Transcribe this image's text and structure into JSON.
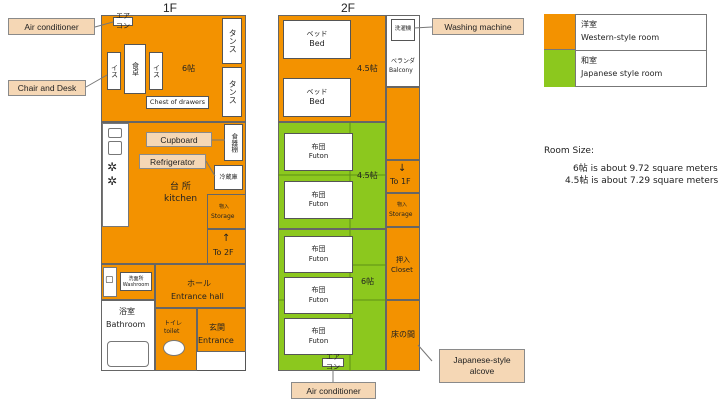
{
  "floors": {
    "first": {
      "title": "1F"
    },
    "second": {
      "title": "2F"
    }
  },
  "first_floor": {
    "aircon_tag": "エアコン",
    "chair_1": "イス",
    "desk_1": "食卓",
    "chair_2": "イス",
    "western_room_size": "6帖",
    "tansu_1": "タンス",
    "tansu_2": "タンス",
    "chest_label": "Chest of drawers",
    "cupboard_jp": "食器棚",
    "fridge_jp": "冷蔵庫",
    "kitchen_jp": "台 所",
    "kitchen_en": "kitchen",
    "storage_jp": "物入",
    "storage_en": "Storage",
    "stairs_arrow": "↑",
    "stairs_label": "To 2F",
    "washroom_jp": "洗面所",
    "washroom_en": "Washroom",
    "hall_jp": "ホール",
    "hall_en": "Entrance hall",
    "bath_jp": "浴室",
    "bath_en": "Bathroom",
    "toilet_jp": "トイレ",
    "toilet_en": "toilet",
    "entrance_jp": "玄関",
    "entrance_en": "Entrance"
  },
  "second_floor": {
    "washer_tag": "洗濯機",
    "balcony_jp": "ベランダ",
    "balcony_en": "Balcony",
    "bed_1_jp": "ベッド",
    "bed_1_en": "Bed",
    "bed_2_jp": "ベッド",
    "bed_2_en": "Bed",
    "western_room_size": "4.5帖",
    "japanese_room_1_size": "4.5帖",
    "japanese_room_2_size": "6帖",
    "futons": [
      {
        "jp": "布団",
        "en": "Futon"
      },
      {
        "jp": "布団",
        "en": "Futon"
      },
      {
        "jp": "布団",
        "en": "Futon"
      },
      {
        "jp": "布団",
        "en": "Futon"
      },
      {
        "jp": "布団",
        "en": "Futon"
      }
    ],
    "stairs_arrow": "↓",
    "stairs_label": "To 1F",
    "storage_jp": "物入",
    "storage_en": "Storage",
    "closet_jp": "押入",
    "closet_en": "Closet",
    "alcove_jp": "床の間",
    "aircon_tag": "エアコン"
  },
  "callouts": {
    "air_conditioner_1f": "Air conditioner",
    "chair_and_desk": "Chair and Desk",
    "cupboard": "Cupboard",
    "refrigerator": "Refrigerator",
    "washing_machine": "Washing machine",
    "japanese_alcove_1": "Japanese-style",
    "japanese_alcove_2": "alcove",
    "air_conditioner_2f": "Air conditioner"
  },
  "legend": {
    "western_jp": "洋室",
    "western_en": "Western-style room",
    "japanese_jp": "和室",
    "japanese_en": "Japanese style room",
    "western_color": "#f39200",
    "japanese_color": "#8cc81e"
  },
  "room_size": {
    "title": "Room Size:",
    "line_1": "6帖 is about 9.72 square meters",
    "line_2": "4.5帖 is about 7.29 square meters"
  }
}
